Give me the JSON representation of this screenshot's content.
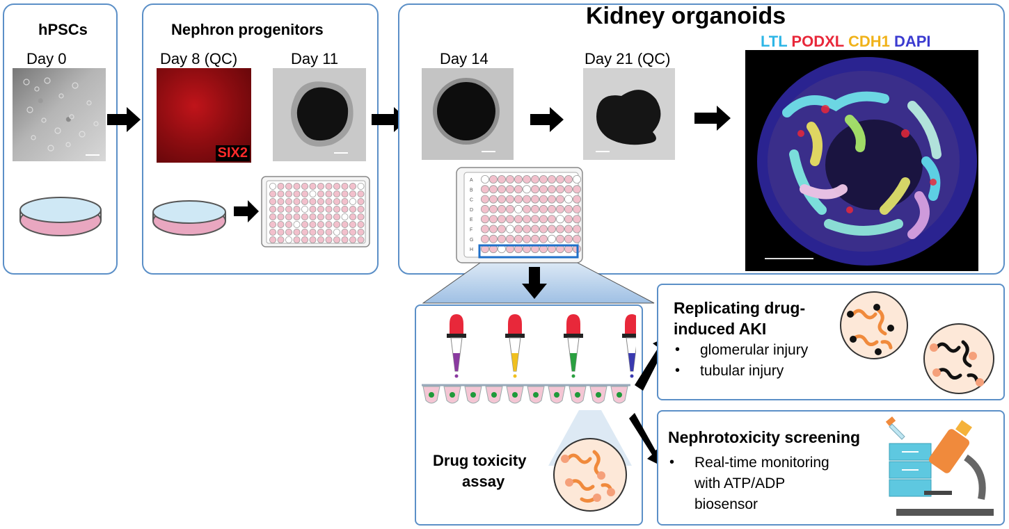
{
  "panels": {
    "hpsc": {
      "title": "hPSCs",
      "day": "Day 0"
    },
    "nephron": {
      "title": "Nephron progenitors",
      "day_a": "Day 8 (QC)",
      "day_b": "Day 11",
      "stain": "SIX2"
    },
    "organoid": {
      "title": "Kidney organoids",
      "day_a": "Day 14",
      "day_b": "Day 21 (QC)",
      "markers": [
        {
          "text": "LTL",
          "color": "#2eb6e6"
        },
        {
          "text": "PODXL",
          "color": "#e8283a"
        },
        {
          "text": "CDH1",
          "color": "#f0b21a"
        },
        {
          "text": "DAPI",
          "color": "#3b3bd0"
        }
      ],
      "plate_rows": [
        "A",
        "B",
        "C",
        "D",
        "E",
        "F",
        "G",
        "H"
      ]
    }
  },
  "assay": {
    "title_line1": "Drug toxicity",
    "title_line2": "assay"
  },
  "aki": {
    "title_line1": "Replicating drug-",
    "title_line2": "induced AKI",
    "bullet_char": "•",
    "items": [
      "glomerular injury",
      "tubular injury"
    ]
  },
  "screening": {
    "title": "Nephrotoxicity screening",
    "bullet_char": "•",
    "line1": "Real-time monitoring",
    "line2": "with  ATP/ADP",
    "line3": "biosensor"
  },
  "colors": {
    "panel_border": "#5b8fc7",
    "dish_pink": "#e9a7c0",
    "well_pink": "#f2c0cc",
    "tubule_orange": "#f08a3c",
    "dropper_red": "#e8283a"
  },
  "icons": [
    "petri-dish-icon",
    "well-plate-icon",
    "dropper-icon",
    "organoid-icon",
    "computer-icon",
    "microscope-icon",
    "arrow-icon"
  ]
}
